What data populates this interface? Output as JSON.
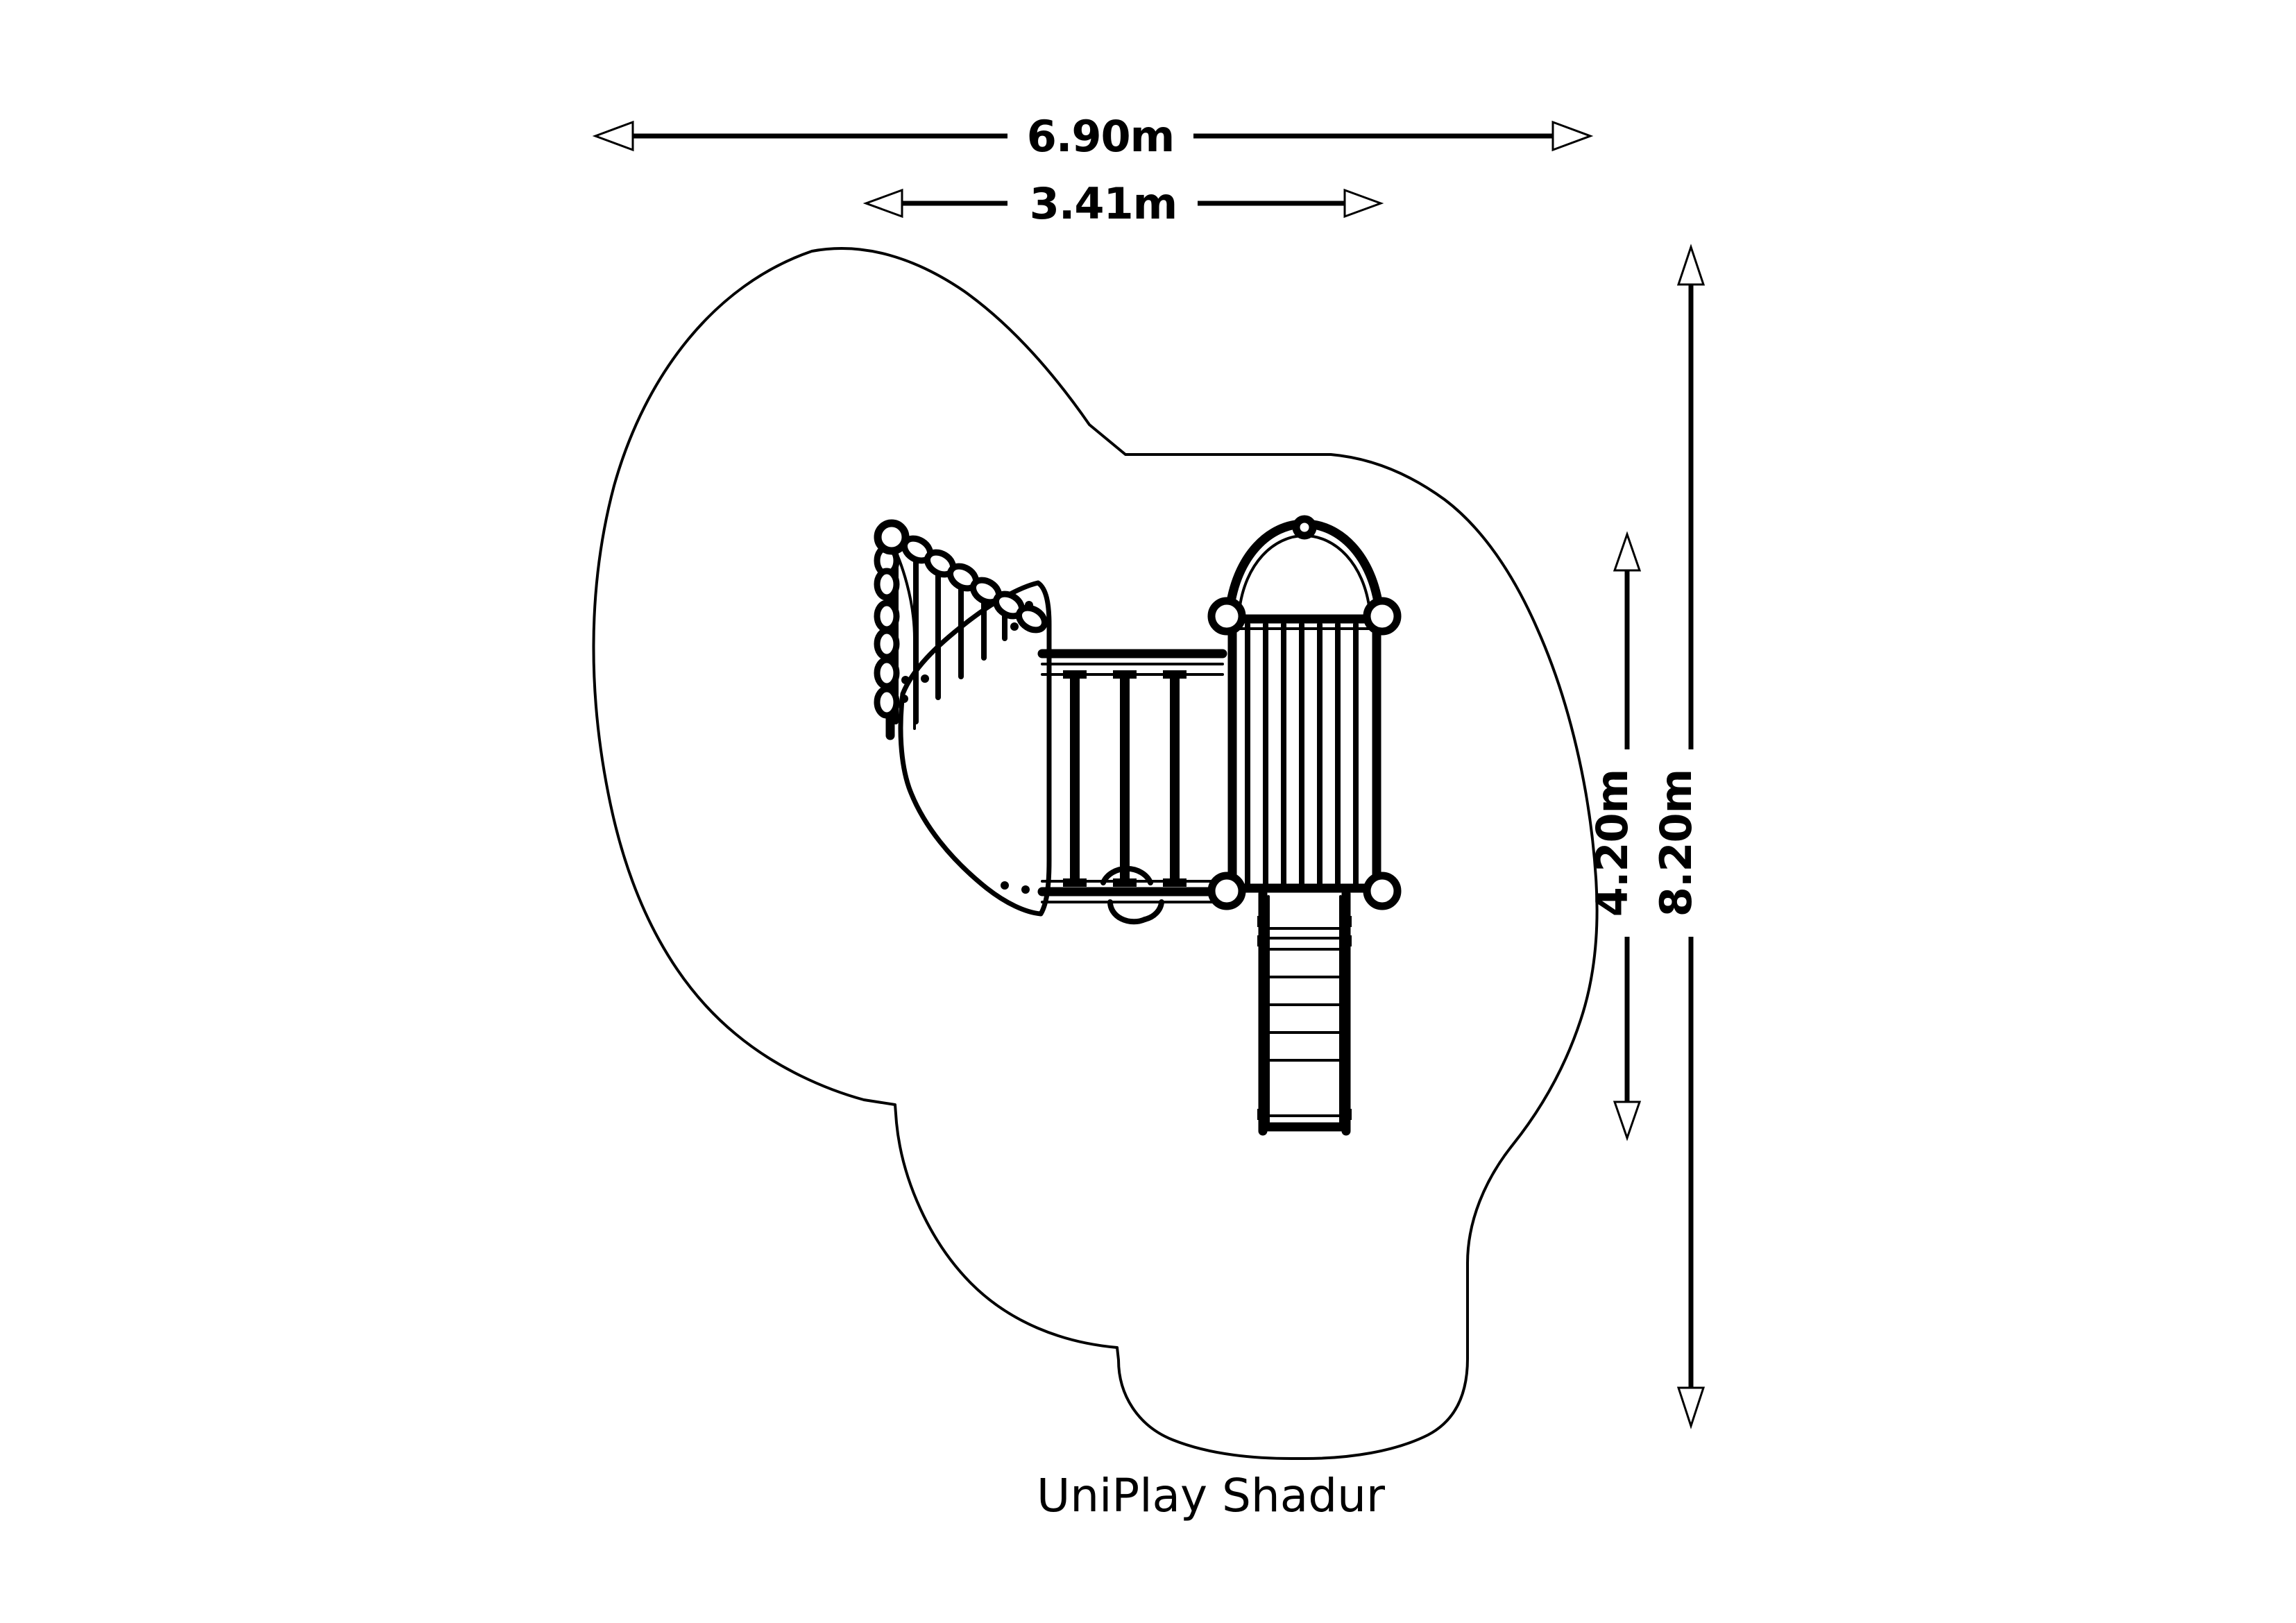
{
  "drawing": {
    "title": "UniPlay Shadur",
    "units": "m",
    "line_color": "#000000",
    "background_color": "#ffffff"
  },
  "dimensions": {
    "overall_width": {
      "label": "6.90m",
      "value": 6.9,
      "orientation": "horizontal",
      "position": "top"
    },
    "equipment_width": {
      "label": "3.41m",
      "value": 3.41,
      "orientation": "horizontal",
      "position": "top"
    },
    "equipment_height": {
      "label": "4.20m",
      "value": 4.2,
      "orientation": "vertical",
      "position": "right-inner"
    },
    "overall_height": {
      "label": "8.20m",
      "value": 8.2,
      "orientation": "vertical",
      "position": "right-outer"
    }
  },
  "icons": {
    "arrow_left": "arrow-left-icon",
    "arrow_right": "arrow-right-icon",
    "arrow_up": "arrow-up-icon",
    "arrow_down": "arrow-down-icon"
  },
  "components": {
    "safety_zone": "safety-zone-outline",
    "climbing_wall": "climbing-wall",
    "bridge": "bridge-walkway",
    "tower": "tower-with-arch",
    "slide": "slide-chute"
  }
}
